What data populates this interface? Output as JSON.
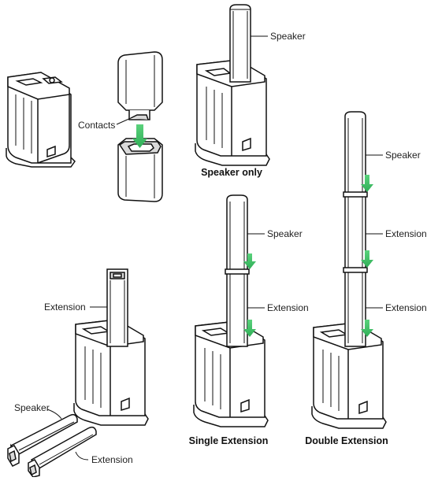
{
  "labels": {
    "speaker": "Speaker",
    "extension": "Extension",
    "contacts": "Contacts"
  },
  "captions": {
    "speaker_only": "Speaker only",
    "single_extension": "Single Extension",
    "double_extension": "Double Extension"
  },
  "colors": {
    "line": "#111111",
    "arrow": "#4cc26e",
    "shade": "#d9d9d9"
  }
}
